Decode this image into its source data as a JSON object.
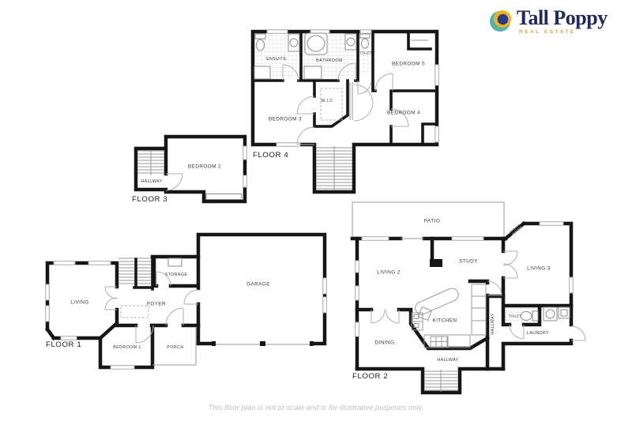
{
  "brand": {
    "name": "Tall Poppy",
    "tagline": "REAL ESTATE",
    "icon_colors": {
      "teal": "#55b2a7",
      "gold": "#f0b123",
      "navy": "#2a3a85"
    },
    "text_color": "#202a5c"
  },
  "floors": {
    "floor1": {
      "label": "FLOOR 1",
      "rooms": {
        "living": "LIVING",
        "storage": "STORAGE",
        "foyer": "FOYER",
        "garage": "GARAGE",
        "bedroom1": "BEDROOM 1",
        "porch": "PORCH"
      }
    },
    "floor2": {
      "label": "FLOOR 2",
      "rooms": {
        "patio": "PATIO",
        "living2": "LIVING 2",
        "study": "STUDY",
        "living3": "LIVING 3",
        "kitchen": "KITCHEN",
        "dining": "DINING",
        "toilet": "TOILET",
        "laundry": "LAUNDRY",
        "hallway_side": "HALLWAY",
        "hallway_bottom": "HALLWAY"
      }
    },
    "floor3": {
      "label": "FLOOR 3",
      "rooms": {
        "hallway": "HALLWAY",
        "bedroom2": "BEDROOM 2"
      }
    },
    "floor4": {
      "label": "FLOOR 4",
      "rooms": {
        "ensuite": "ENSUITE",
        "bathroom": "BATHROOM",
        "toilet": "TOILET",
        "bedroom5": "BEDROOM 5",
        "wic": "W.I.C",
        "bedroom3": "BEDROOM 3",
        "bedroom4": "BEDROOM 4"
      }
    }
  },
  "disclaimer": "This floor plan is not to scale and is for illustrative purposes only."
}
